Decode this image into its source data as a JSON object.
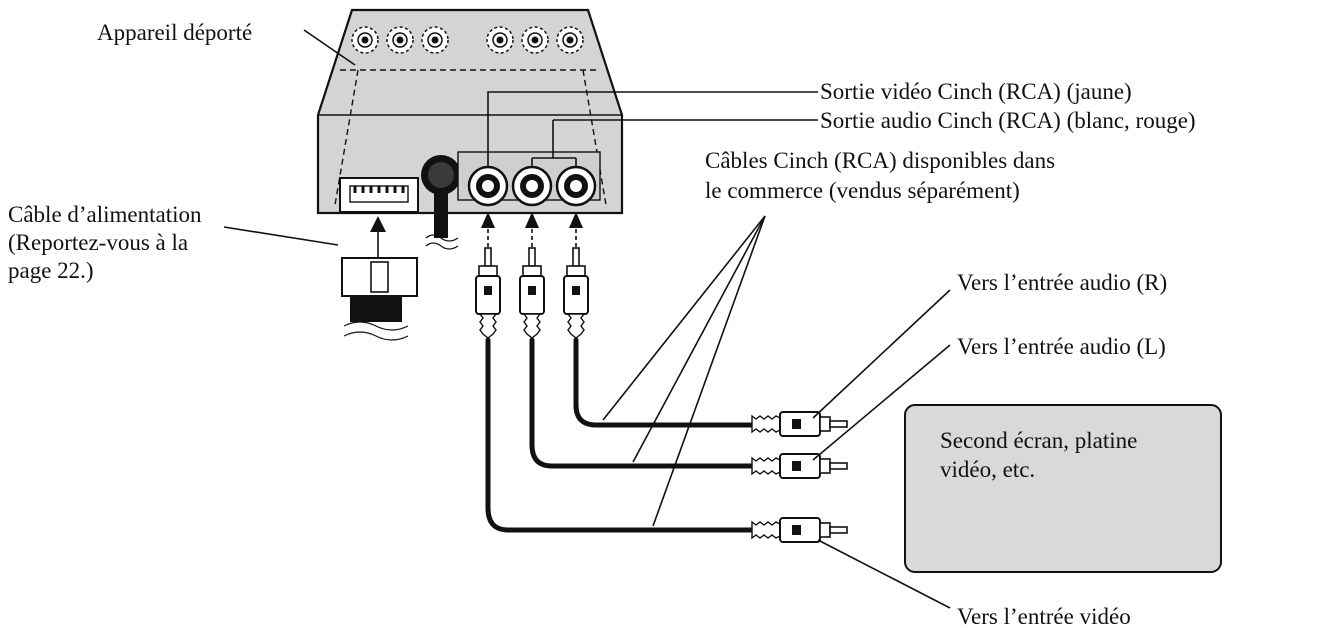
{
  "labels": {
    "remote_unit": "Appareil déporté",
    "video_out": "Sortie vidéo Cinch (RCA) (jaune)",
    "audio_out": "Sortie audio Cinch (RCA) (blanc, rouge)",
    "cables_line1": "Câbles Cinch (RCA) disponibles dans",
    "cables_line2": "le commerce (vendus séparément)",
    "power_line1": "Câble d’alimentation",
    "power_line2": "(Reportez-vous à la",
    "power_line3": "page 22.)",
    "audio_in_r": "Vers l’entrée audio (R)",
    "audio_in_l": "Vers l’entrée audio (L)",
    "screen_line1": "Second écran, platine",
    "screen_line2": "vidéo, etc.",
    "video_in": "Vers l’entrée vidéo"
  }
}
